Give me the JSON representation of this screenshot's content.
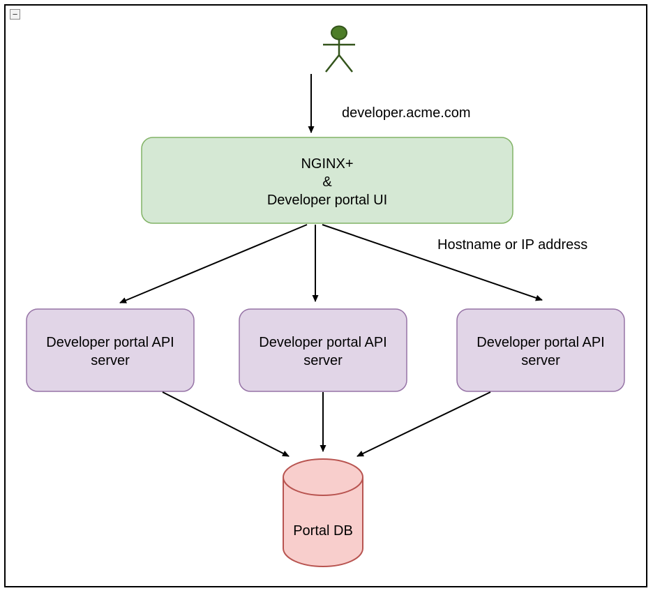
{
  "window": {
    "collapse_label": "−"
  },
  "diagram": {
    "edge_labels": {
      "domain": "developer.acme.com",
      "hostname": "Hostname or IP address"
    },
    "nginx": {
      "line1": "NGINX+",
      "line2": "&",
      "line3": "Developer portal UI"
    },
    "api_servers": [
      {
        "line1": "Developer portal API",
        "line2": "server"
      },
      {
        "line1": "Developer portal API",
        "line2": "server"
      },
      {
        "line1": "Developer portal API",
        "line2": "server"
      }
    ],
    "db": {
      "label": "Portal DB"
    },
    "colors": {
      "nginx_fill": "#d5e8d4",
      "nginx_stroke": "#82b366",
      "api_fill": "#e1d5e7",
      "api_stroke": "#9673a6",
      "db_fill": "#f8cecc",
      "db_stroke": "#b85450",
      "actor_fill": "#4d7d28",
      "actor_stroke": "#33541b",
      "arrow": "#000000"
    }
  }
}
